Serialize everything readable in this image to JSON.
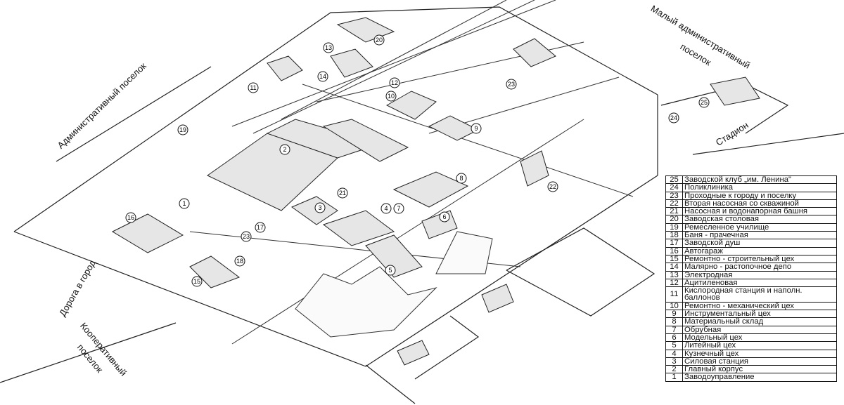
{
  "map_labels": {
    "admin_settlement": "Административный поселок",
    "small_admin_settlement_1": "Малый административный",
    "small_admin_settlement_2": "поселок",
    "stadium": "Стадион",
    "road_to_city": "Дорога в город",
    "coop_settlement_1": "Кооперативный",
    "coop_settlement_2": "поселок"
  },
  "markers": [
    "1",
    "2",
    "3",
    "4",
    "5",
    "6",
    "7",
    "8",
    "9",
    "10",
    "11",
    "12",
    "13",
    "14",
    "15",
    "16",
    "17",
    "18",
    "19",
    "20",
    "21",
    "22",
    "23",
    "23",
    "24",
    "25"
  ],
  "legend": [
    {
      "num": "25",
      "name": "Заводской клуб „им. Ленина\""
    },
    {
      "num": "24",
      "name": "Поликлиника"
    },
    {
      "num": "23",
      "name": "Проходные к городу и поселку"
    },
    {
      "num": "22",
      "name": "Вторая насосная со скважиной"
    },
    {
      "num": "21",
      "name": "Насосная и водонапорная башня"
    },
    {
      "num": "20",
      "name": "Заводская столовая"
    },
    {
      "num": "19",
      "name": "Ремесленное училище"
    },
    {
      "num": "18",
      "name": "Баня - прачечная"
    },
    {
      "num": "17",
      "name": "Заводской душ"
    },
    {
      "num": "16",
      "name": "Автогараж"
    },
    {
      "num": "15",
      "name": "Ремонтно - строительный цех"
    },
    {
      "num": "14",
      "name": "Малярно - растопочное депо"
    },
    {
      "num": "13",
      "name": "Электродная"
    },
    {
      "num": "12",
      "name": "Ацитиленовая"
    },
    {
      "num": "11",
      "name": "Кислородная станция и наполн. баллонов"
    },
    {
      "num": "10",
      "name": "Ремонтно - механический цех"
    },
    {
      "num": "9",
      "name": "Инструментальный цех"
    },
    {
      "num": "8",
      "name": "Материальный склад"
    },
    {
      "num": "7",
      "name": "Обрубная"
    },
    {
      "num": "6",
      "name": "Модельный цех"
    },
    {
      "num": "5",
      "name": "Литейный цех"
    },
    {
      "num": "4",
      "name": "Кузнечный цех"
    },
    {
      "num": "3",
      "name": "Силовая станция"
    },
    {
      "num": "2",
      "name": "Главный корпус"
    },
    {
      "num": "1",
      "name": "Заводоуправление"
    }
  ]
}
